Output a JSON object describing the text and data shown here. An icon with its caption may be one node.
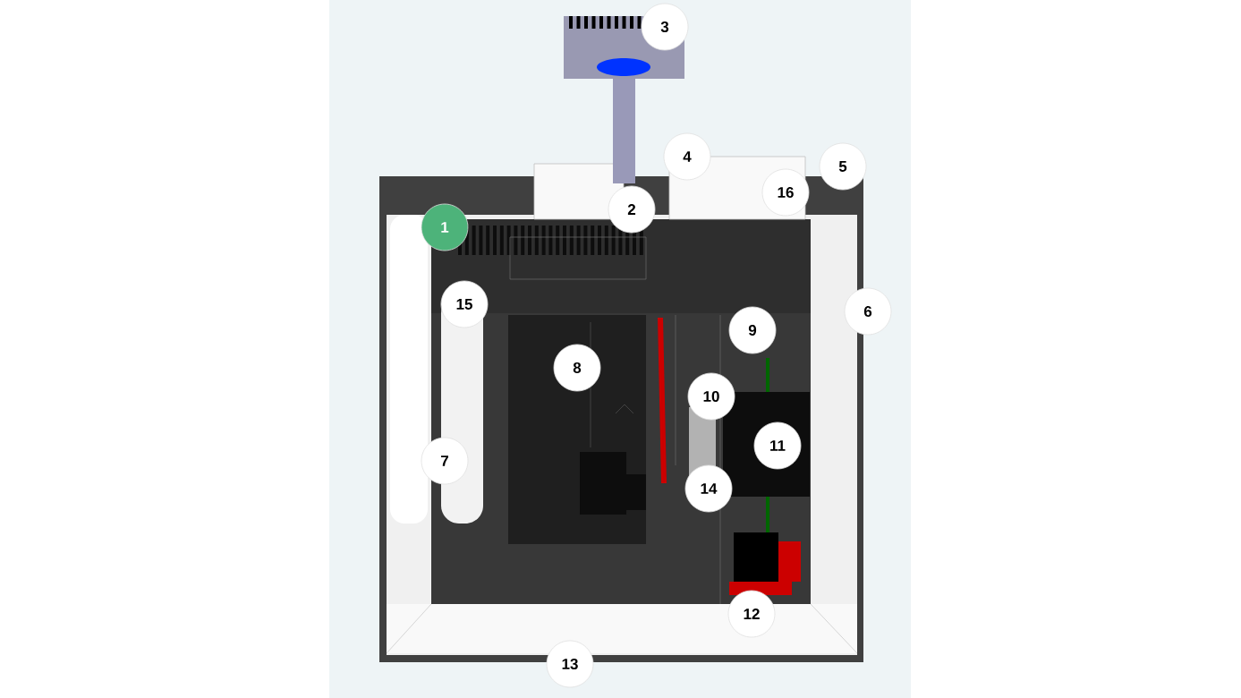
{
  "diagram": {
    "labels": [
      "3",
      "4",
      "5",
      "16",
      "2",
      "1",
      "6",
      "15",
      "9",
      "8",
      "10",
      "11",
      "7",
      "14",
      "12",
      "13"
    ]
  }
}
